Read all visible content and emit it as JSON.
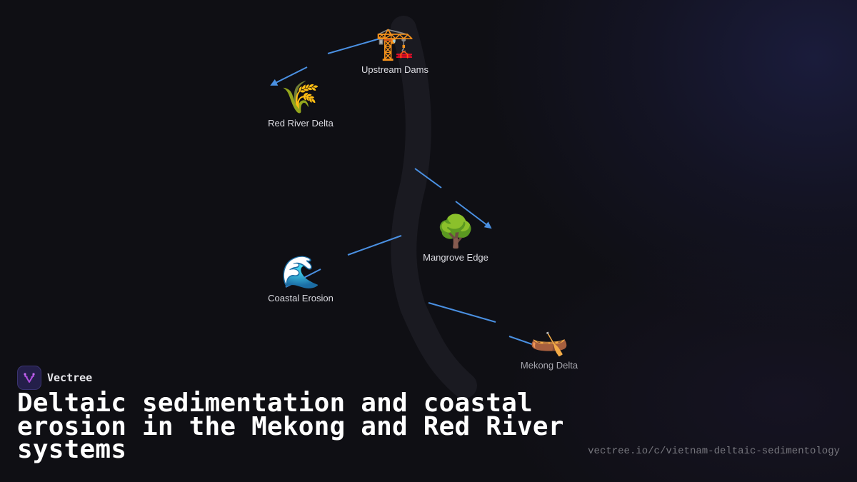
{
  "diagram": {
    "nodes": [
      {
        "id": "upstream-dams",
        "label": "Upstream Dams",
        "icon": "construction-crane-icon",
        "glyph": "🏗️"
      },
      {
        "id": "red-river-delta",
        "label": "Red River Delta",
        "icon": "rice-sheaf-icon",
        "glyph": "🌾"
      },
      {
        "id": "mangrove-edge",
        "label": "Mangrove Edge",
        "icon": "tree-icon",
        "glyph": "🌳"
      },
      {
        "id": "coastal-erosion",
        "label": "Coastal Erosion",
        "icon": "water-wave-icon",
        "glyph": "🌊"
      },
      {
        "id": "mekong-delta",
        "label": "Mekong Delta",
        "icon": "canoe-icon",
        "glyph": "🛶"
      }
    ],
    "edges": [
      {
        "from": "upstream-dams",
        "to": "red-river-delta"
      },
      {
        "from": "upstream-dams",
        "to": "mangrove-edge"
      },
      {
        "from": "mangrove-edge",
        "to": "coastal-erosion"
      },
      {
        "from": "coastal-erosion",
        "to": "mekong-delta"
      }
    ],
    "edge_color": "#4a90e2",
    "river_band_color": "#1c1c22"
  },
  "brand": {
    "name": "Vectree",
    "icon": "vectree-logo-icon",
    "accent": "#b04ee0"
  },
  "title": "Deltaic sedimentation and coastal erosion in the Mekong and Red River systems",
  "url": "vectree.io/c/vietnam-deltaic-sedimentology"
}
